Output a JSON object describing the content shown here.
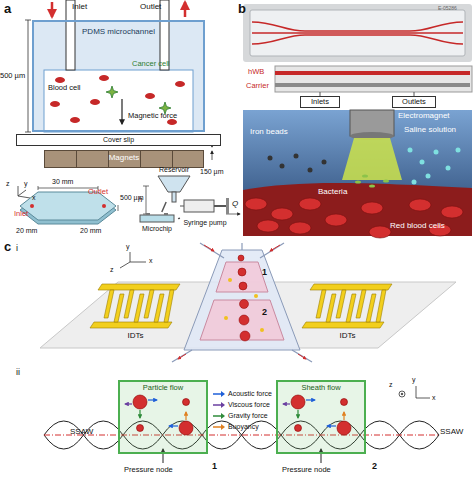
{
  "diagram": {
    "nodes": [
      {
        "text": [
          "PDMS microchannel"
        ]
      },
      {
        "text": [
          "Cover slip"
        ]
      },
      {
        "text": [
          "Magnets"
        ]
      },
      {
        "text": [
          "Reservoir"
        ]
      },
      {
        "text": [
          "Microchip"
        ]
      },
      {
        "text": [
          "Syringe pump"
        ]
      },
      {
        "text": [
          "Inlets"
        ]
      },
      {
        "text": [
          "Outlets"
        ]
      },
      {
        "text": [
          "IDTs"
        ]
      },
      {
        "text": [
          "IDTs"
        ]
      },
      {
        "text": [
          "Particle flow"
        ]
      },
      {
        "text": [
          "Sheath flow"
        ]
      }
    ],
    "edges": [
      {
        "from": 3,
        "to": 4,
        "arrow": "none"
      },
      {
        "from": 4,
        "to": 5,
        "arrow": "none"
      }
    ],
    "labels": [
      "a",
      "Inlet",
      "Outlet",
      "500 µm",
      "Blood cell",
      "Cancer cell",
      "Magnetic force",
      "150 µm",
      "z",
      "y",
      "x",
      "Inlet",
      "Outlet",
      "30 mm",
      "500 µm",
      "20 mm",
      "20 mm",
      "h",
      "Q",
      "b",
      "E-05286",
      "hWB",
      "Carrier",
      "Iron beads",
      "Electromagnet",
      "Saline solution",
      "Bacteria",
      "Red blood cells",
      "c",
      "i",
      "y",
      "z",
      "x",
      "1",
      "2",
      "ii",
      "SSAW",
      "SSAW",
      "Pressure node",
      "1",
      "Pressure node",
      "2",
      "z",
      "y",
      "x"
    ],
    "legend": [
      {
        "text": "Acoustic force"
      },
      {
        "text": "Viscous force"
      },
      {
        "text": "Gravity force"
      },
      {
        "text": "Buoyancy"
      }
    ]
  }
}
